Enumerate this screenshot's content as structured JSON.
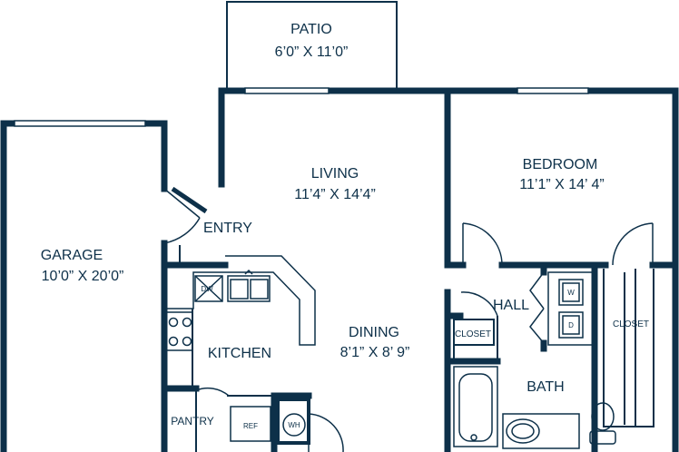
{
  "colors": {
    "wall": "#0d3049",
    "background": "#ffffff"
  },
  "rooms": {
    "patio": {
      "name": "PATIO",
      "size": "6’0” X 11’0”"
    },
    "living": {
      "name": "LIVING",
      "size": "11’4” X 14’4”"
    },
    "bedroom": {
      "name": "BEDROOM",
      "size": "11’1” X 14’ 4”"
    },
    "garage": {
      "name": "GARAGE",
      "size": "10’0” X 20’0”"
    },
    "dining": {
      "name": "DINING",
      "size": "8’1” X 8’ 9”"
    },
    "entry": {
      "name": "ENTRY"
    },
    "hall": {
      "name": "HALL"
    },
    "kitchen": {
      "name": "KITCHEN"
    },
    "bath": {
      "name": "BATH"
    },
    "pantry": {
      "name": "PANTRY"
    },
    "closet_hall": {
      "name": "CLOSET"
    },
    "closet_bedroom": {
      "name": "CLOSET"
    }
  },
  "fixtures": {
    "dishwasher": "DW",
    "washer": "W",
    "dryer": "D",
    "refrigerator": "REF",
    "water_heater": "WH"
  }
}
